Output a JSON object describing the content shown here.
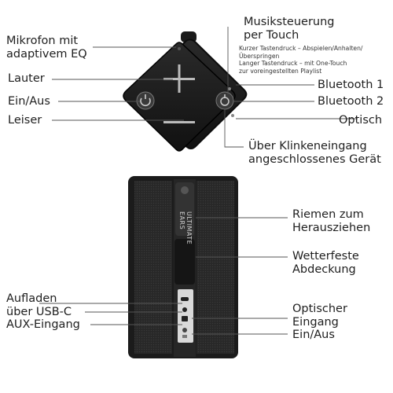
{
  "labels": {
    "mic": "Mikrofon mit\nadaptivem EQ",
    "louder": "Lauter",
    "power_top": "Ein/Aus",
    "quieter": "Leiser",
    "music_title": "Musiksteuerung\nper Touch",
    "music_details": "Kurzer Tastendruck – Abspielen/Anhalten/\nÜberspringen\nLanger Tastendruck – mit One-Touch\nzur voreingestellten Playlist",
    "bt1": "Bluetooth 1",
    "bt2": "Bluetooth 2",
    "optical": "Optisch",
    "aux_device": "Über Klinkeneingang\nangeschlossenes Gerät",
    "strap": "Riemen zum\nHerausziehen",
    "cover": "Wetterfeste\nAbdeckung",
    "charge": "Aufladen\nüber USB-C",
    "aux_in": "AUX-Eingang",
    "optical_in": "Optischer\nEingang",
    "power_bottom": "Ein/Aus",
    "strap_print": "ULTIMATE EARS"
  },
  "colors": {
    "device_body": "#1d1d1d",
    "fabric": "#2c2c2c",
    "leader_line": "#555555",
    "text": "#1e1e1e"
  }
}
